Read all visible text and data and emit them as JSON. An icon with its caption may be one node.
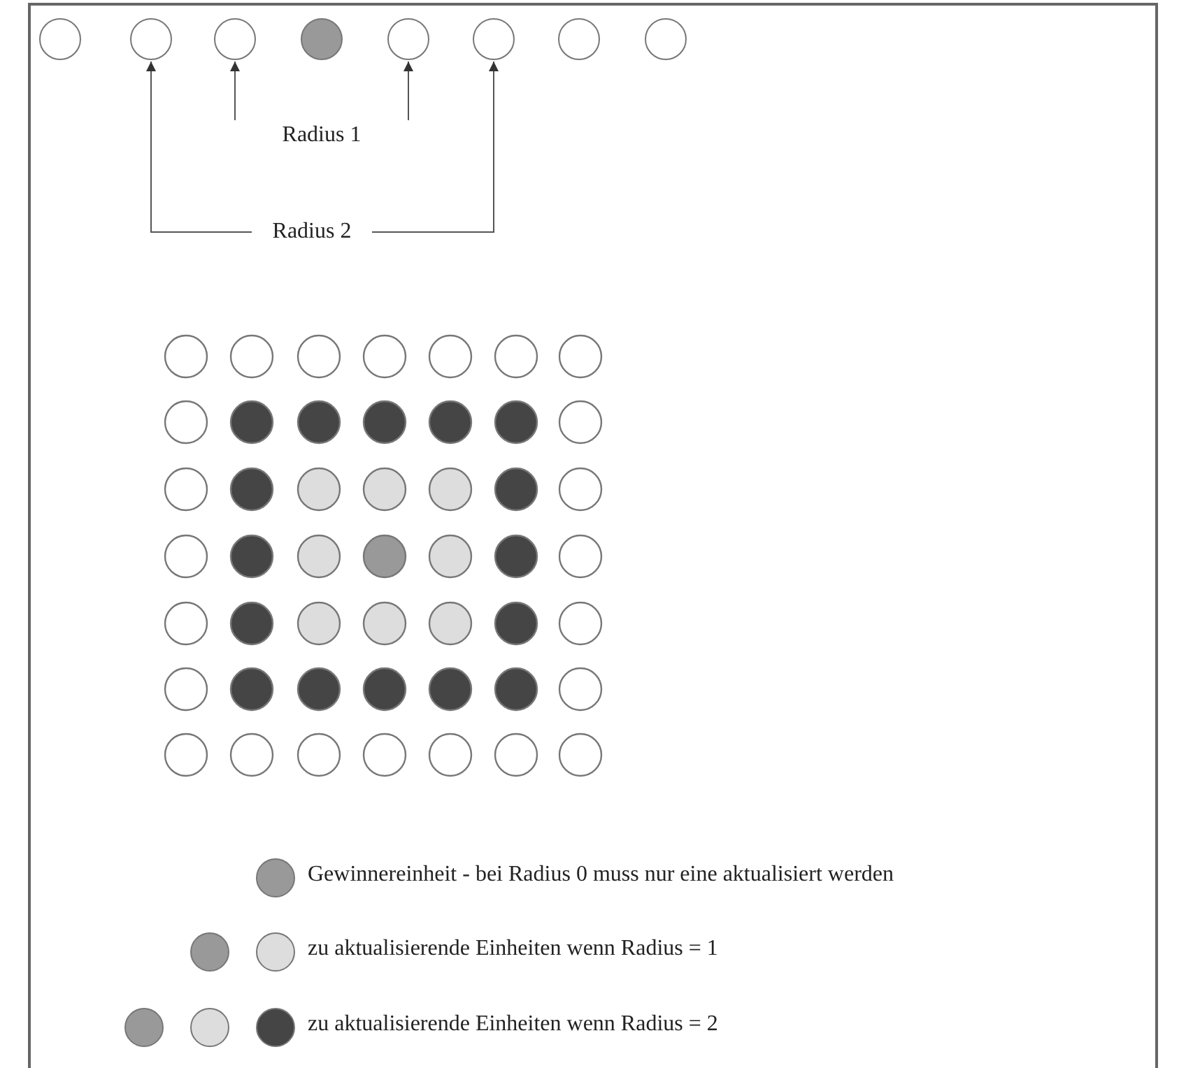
{
  "diagram": {
    "nodes": [
      {
        "text": [],
        "shape": "circle"
      },
      {
        "text": [],
        "shape": "circle"
      },
      {
        "text": [],
        "shape": "circle"
      },
      {
        "text": [],
        "shape": "circle"
      },
      {
        "text": [],
        "shape": "circle"
      },
      {
        "text": [],
        "shape": "circle"
      },
      {
        "text": [],
        "shape": "circle"
      },
      {
        "text": [],
        "shape": "circle"
      },
      {
        "text": [
          "Radius 1"
        ]
      },
      {
        "text": [
          "Radius 2"
        ]
      }
    ],
    "edges": [
      {
        "from": 8,
        "to": 2,
        "arrow": "to"
      },
      {
        "from": 8,
        "to": 4,
        "arrow": "to"
      },
      {
        "from": 9,
        "to": 1,
        "arrow": "to"
      },
      {
        "from": 9,
        "to": 5,
        "arrow": "to"
      }
    ],
    "legend": [
      {
        "text": "Gewinnereinheit - bei Radius 0 muss nur eine aktualisiert werden",
        "color": "#999999"
      },
      {
        "text": "zu aktualisierende Einheiten wenn Radius = 1",
        "color": "#dddddd"
      },
      {
        "text": "zu aktualisierende Einheiten wenn Radius = 2",
        "color": "#454545"
      }
    ]
  }
}
